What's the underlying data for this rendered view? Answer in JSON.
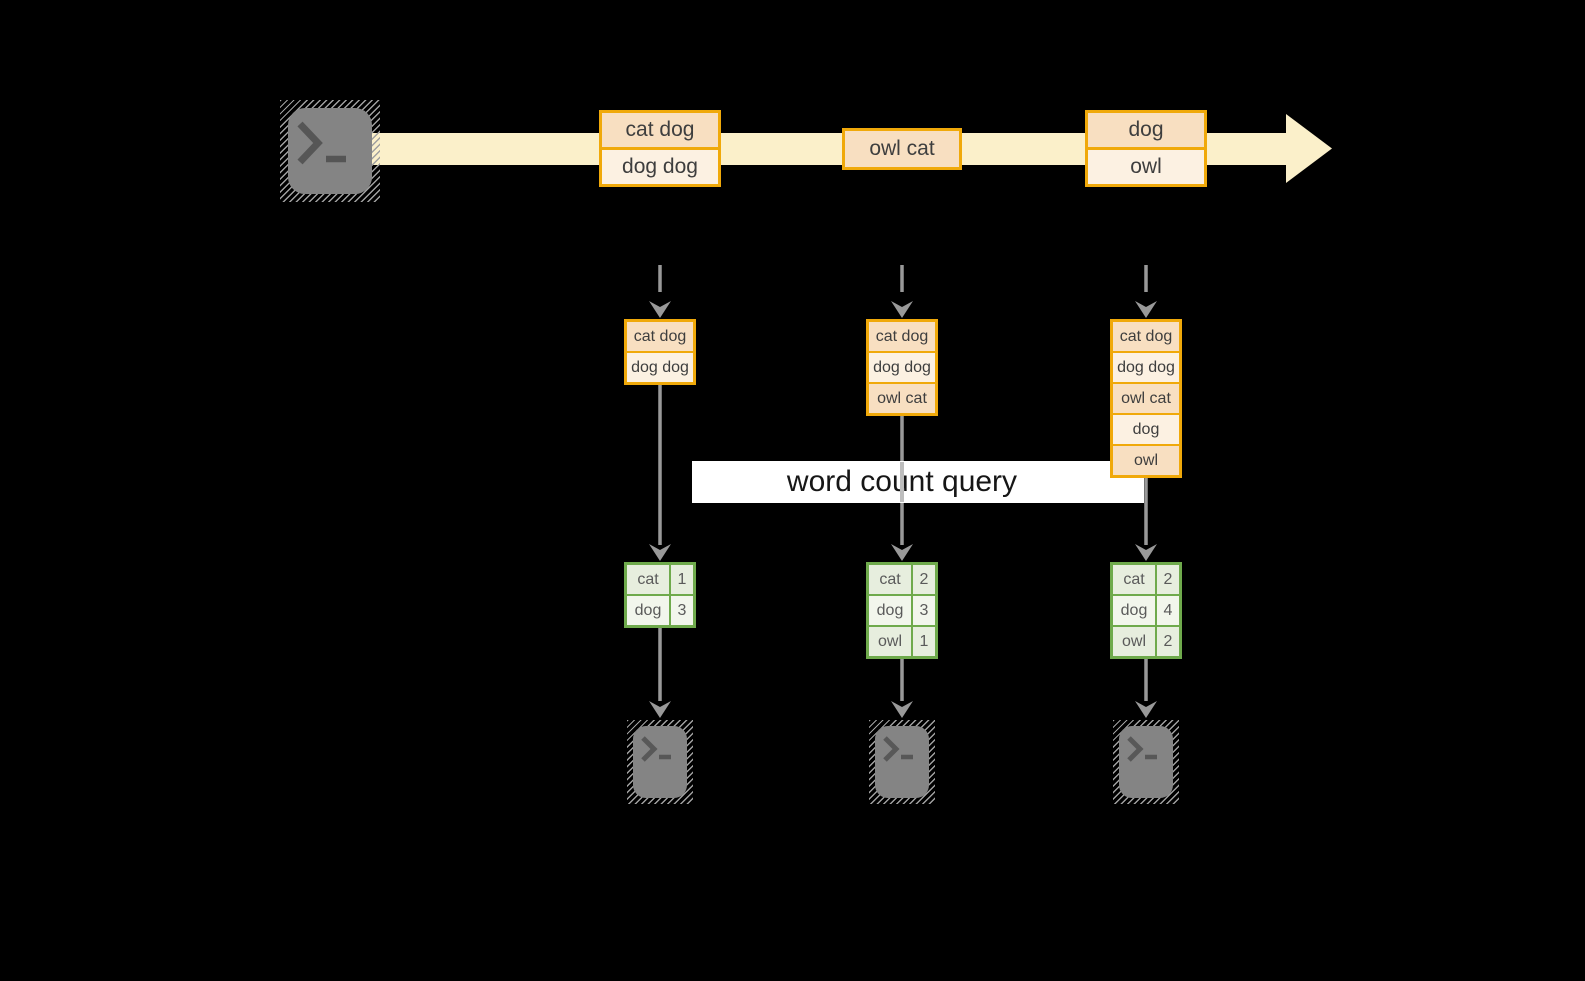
{
  "label": {
    "text": "word count query"
  },
  "stream": {
    "source_icon": "terminal-window",
    "boxes": [
      {
        "cells": [
          "cat dog",
          "dog dog"
        ]
      },
      {
        "cells": [
          "owl cat"
        ]
      },
      {
        "cells": [
          "dog",
          "owl"
        ]
      }
    ]
  },
  "columns": [
    {
      "buffer": [
        "cat dog",
        "dog dog"
      ],
      "counts": {
        "rows": [
          {
            "word": "cat",
            "count": "1"
          },
          {
            "word": "dog",
            "count": "3"
          }
        ]
      }
    },
    {
      "buffer": [
        "cat dog",
        "dog dog",
        "owl cat"
      ],
      "counts": {
        "rows": [
          {
            "word": "cat",
            "count": "2"
          },
          {
            "word": "dog",
            "count": "3"
          },
          {
            "word": "owl",
            "count": "1"
          }
        ]
      }
    },
    {
      "buffer": [
        "cat dog",
        "dog dog",
        "owl cat",
        "dog",
        "owl"
      ],
      "counts": {
        "rows": [
          {
            "word": "cat",
            "count": "2"
          },
          {
            "word": "dog",
            "count": "4"
          },
          {
            "word": "owl",
            "count": "2"
          }
        ]
      }
    }
  ],
  "colors": {
    "background": "#000000",
    "stream_band": "#fbf0ca",
    "gold_border": "#f0a90a",
    "peach_cell": "#f8dfc1",
    "cream_cell": "#fcf1e2",
    "green_border": "#6faa4c",
    "green_cell_dark": "#e7eede",
    "green_cell_light": "#f2f6ec",
    "arrow_gray": "#999999",
    "terminal_gray": "#848484",
    "label_bg": "#ffffff"
  }
}
